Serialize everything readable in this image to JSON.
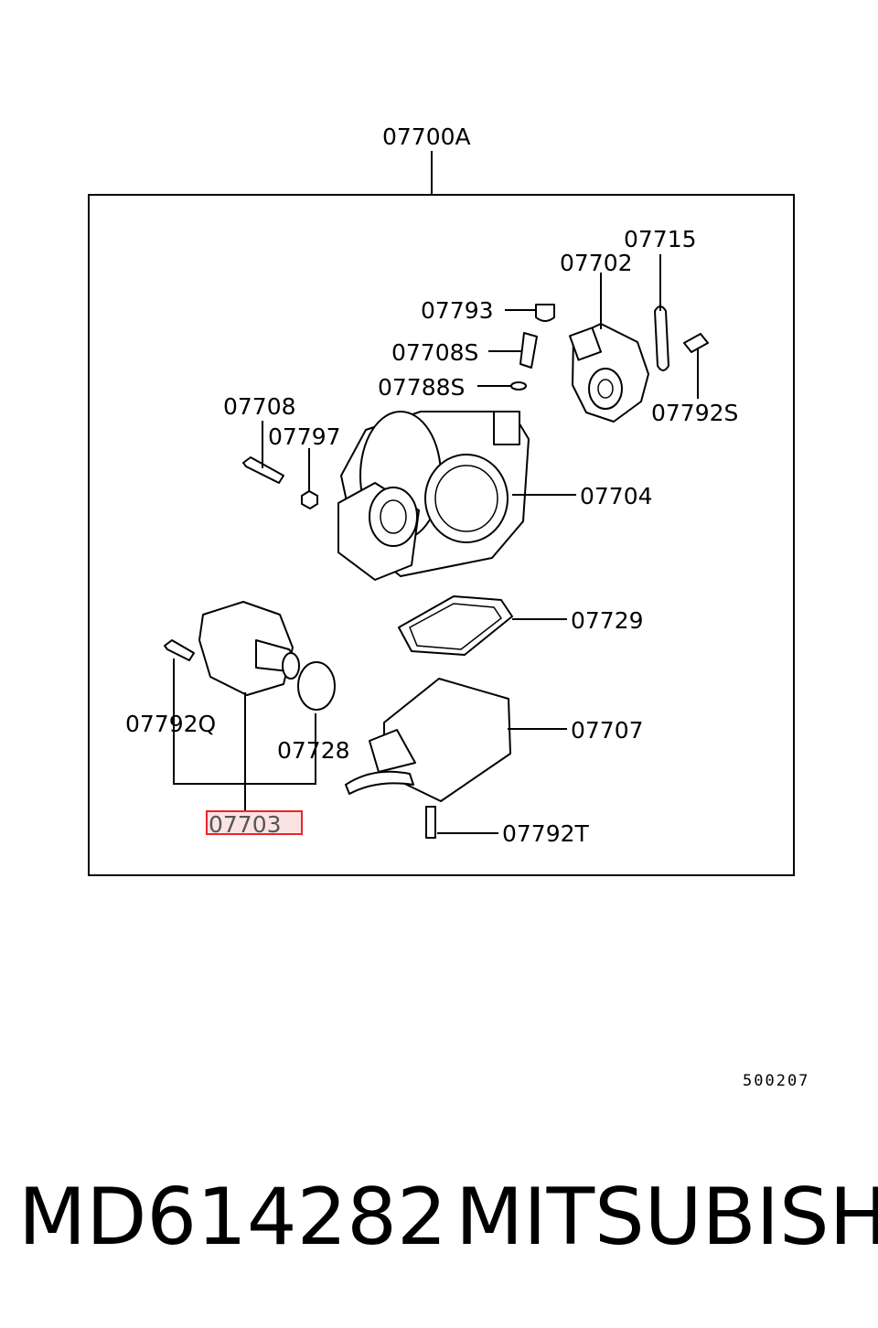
{
  "assembly_label": "07700A",
  "parts": {
    "p07715": "07715",
    "p07702": "07702",
    "p07793": "07793",
    "p07708S": "07708S",
    "p07788S": "07788S",
    "p07792S": "07792S",
    "p07708": "07708",
    "p07797": "07797",
    "p07704": "07704",
    "p07729": "07729",
    "p07792Q": "07792Q",
    "p07728": "07728",
    "p07707": "07707",
    "p07703": "07703",
    "p07792T": "07792T"
  },
  "diagram_code": "500207",
  "part_number": "MD614282",
  "brand": "MITSUBISHI",
  "highlight_color": "#e8262b"
}
